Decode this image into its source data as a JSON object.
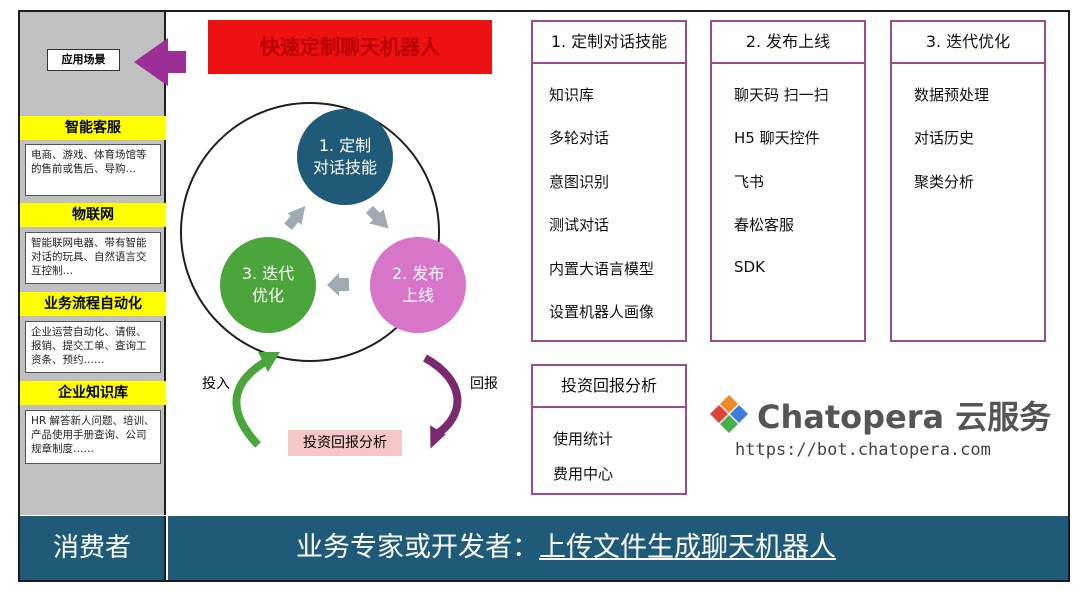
{
  "title": "快速定制聊天机器人",
  "sidebar": {
    "scene_label": "应用场景",
    "categories": [
      {
        "title": "智能客服",
        "desc": "电商、游戏、体育场馆等的售前或售后、导购…"
      },
      {
        "title": "物联网",
        "desc": "智能联网电器、带有智能对话的玩具、自然语言交互控制…"
      },
      {
        "title": "业务流程自动化",
        "desc": "企业运营自动化、请假、报销、提交工单、查询工资条、预约……"
      },
      {
        "title": "企业知识库",
        "desc": "HR 解答新人问题、培训、产品使用手册查询、公司规章制度……"
      }
    ]
  },
  "cycle": {
    "node1": "1. 定制\n对话技能",
    "node2": "2. 发布\n上线",
    "node3": "3. 迭代\n优化",
    "input_label": "投入",
    "return_label": "回报",
    "roi_label": "投资回报分析"
  },
  "boxes": [
    {
      "title": "1. 定制对话技能",
      "items": [
        "知识库",
        "多轮对话",
        "意图识别",
        "测试对话",
        "内置大语言模型",
        "设置机器人画像"
      ]
    },
    {
      "title": "2. 发布上线",
      "items": [
        "聊天码 扫一扫",
        "H5 聊天控件",
        "飞书",
        "春松客服",
        "SDK"
      ]
    },
    {
      "title": "3. 迭代优化",
      "items": [
        "数据预处理",
        "对话历史",
        "聚类分析"
      ]
    },
    {
      "title": "投资回报分析",
      "items": [
        "使用统计",
        "费用中心"
      ]
    }
  ],
  "brand": {
    "name": "Chatopera 云服务",
    "url": "https://bot.chatopera.com"
  },
  "bottom": {
    "left": "消费者",
    "prefix": "业务专家或开发者：",
    "link": "上传文件生成聊天机器人"
  },
  "colors": {
    "node1": "#1f5b78",
    "node2": "#d776c9",
    "node3": "#4aa63a",
    "accent_purple": "#9b4a8e",
    "bar": "#1f5b78",
    "highlight": "#ffff00",
    "title_red": "#ee1111"
  }
}
